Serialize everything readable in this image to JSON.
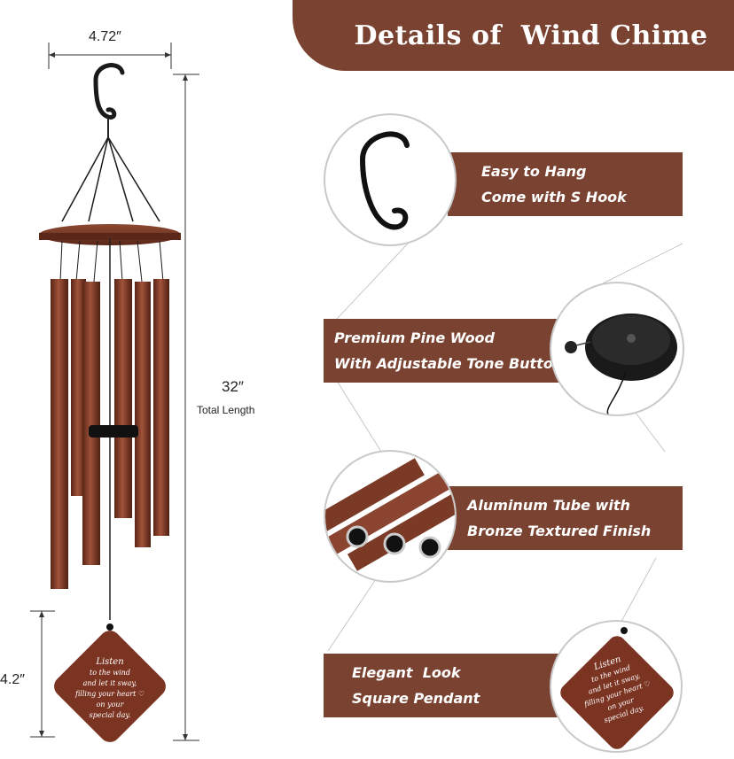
{
  "header": {
    "title": "Details of  Wind Chime"
  },
  "dimensions": {
    "width": "4.72″",
    "length": "32″",
    "length_caption": "Total Length",
    "pendant": "4.2″"
  },
  "features": [
    {
      "line1": "Easy to Hang",
      "line2": "Come with S Hook"
    },
    {
      "line1": "Premium Pine Wood",
      "line2": "With Adjustable Tone Button"
    },
    {
      "line1": "Aluminum Tube with",
      "line2": "Bronze Textured Finish"
    },
    {
      "line1": "Elegant  Look",
      "line2": "Square Pendant"
    }
  ],
  "pendant_text": [
    "Listen",
    "to the wind",
    "and let it sway,",
    "filling your heart ♡",
    "on your",
    "special day."
  ],
  "colors": {
    "banner": "#7a4331",
    "bronze": "#7b3a25",
    "white": "#ffffff"
  }
}
